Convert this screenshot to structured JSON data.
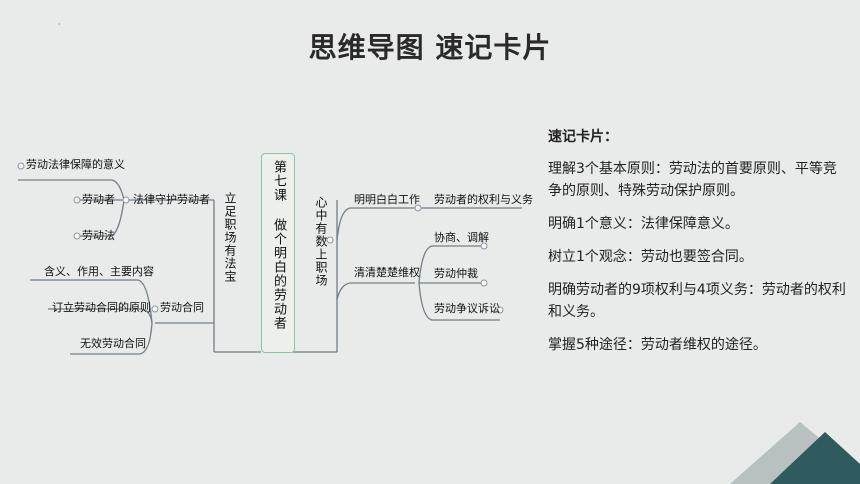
{
  "page": {
    "title": "思维导图  速记卡片"
  },
  "mindmap": {
    "center": "第七课 做个明白的劳动者",
    "left_main": "立足职场有法宝",
    "right_main": "心中有数上职场",
    "left_branch1": {
      "label": "法律守护劳动者",
      "children": [
        "劳动法律保障的意义",
        "劳动者",
        "劳动法"
      ]
    },
    "left_branch2": {
      "label": "劳动合同",
      "children": [
        "含义、作用、主要内容",
        "订立劳动合同的原则",
        "无效劳动合同"
      ]
    },
    "right_branch1": {
      "label": "明明白白工作",
      "children": [
        "劳动者的权利与义务"
      ]
    },
    "right_branch2": {
      "label": "清清楚楚维权",
      "children": [
        "协商、调解",
        "劳动仲裁",
        "劳动争议诉讼"
      ]
    }
  },
  "card": {
    "title": "速记卡片：",
    "items": [
      "理解3个基本原则：劳动法的首要原则、平等竞争的原则、特殊劳动保护原则。",
      "明确1个意义：法律保障意义。",
      "树立1个观念：劳动也要签合同。",
      "明确劳动者的9项权利与4项义务：劳动者的权利和义务。",
      "掌握5种途径：劳动者维权的途径。"
    ]
  },
  "colors": {
    "line": "#6f7f8c",
    "accent": "#2f5a5e",
    "accent_light": "#b7c1c2",
    "center_border": "#8cc59a"
  }
}
